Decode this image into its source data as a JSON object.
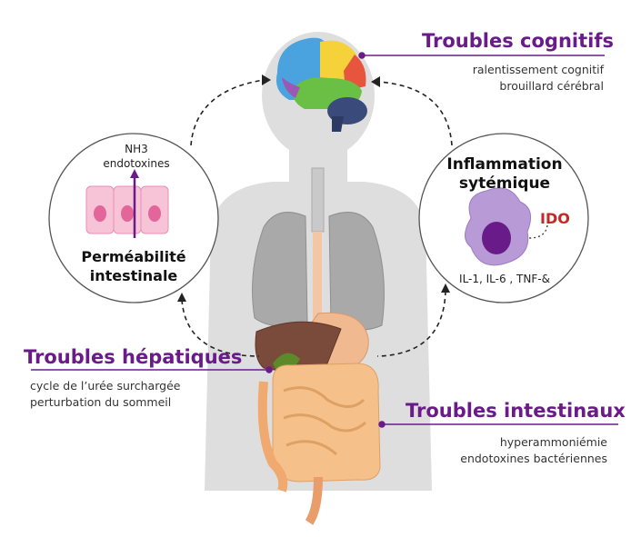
{
  "colors": {
    "heading": "#6a1b8a",
    "ido": "#c62828",
    "silhouette": "#dedede",
    "brain_blue": "#4aa3df",
    "brain_yellow": "#f5d23a",
    "brain_red": "#e8553e",
    "brain_green": "#6abf45",
    "brain_purple": "#9b59b6",
    "cerebellum": "#3a4a7a"
  },
  "cognitive": {
    "title": "Troubles cognitifs",
    "lines": [
      "ralentissement cognitif",
      "brouillard cérébral"
    ]
  },
  "permeability": {
    "labels": [
      "NH3",
      "endotoxines"
    ],
    "title_lines": [
      "Perméabilité",
      "intestinale"
    ]
  },
  "inflammation": {
    "title_lines": [
      "Inflammation",
      "sytémique"
    ],
    "ido": "IDO",
    "cytokines": "IL-1, IL-6 , TNF-&"
  },
  "hepatic": {
    "title": "Troubles hépatiques",
    "lines": [
      "cycle de l’urée surchargée",
      "perturbation du sommeil"
    ]
  },
  "intestinal": {
    "title": "Troubles intestinaux",
    "lines": [
      "hyperammoniémie",
      "endotoxines bactériennes"
    ]
  }
}
